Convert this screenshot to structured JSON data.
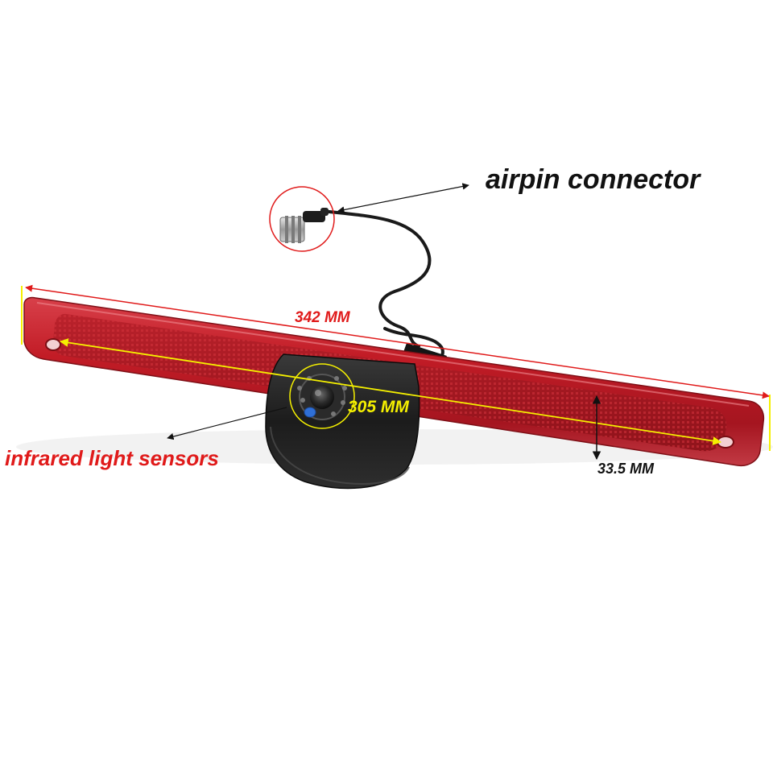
{
  "annotations": {
    "airpin_label": "airpin connector",
    "infrared_label": "infrared light sensors",
    "length_outer": "342 MM",
    "length_inner": "305 MM",
    "height": "33.5 MM"
  },
  "colors": {
    "lamp_red": "#c8202a",
    "lamp_dark_red": "#8e1018",
    "annotation_red": "#e01a1a",
    "annotation_yellow": "#f5f000",
    "housing_black": "#1e1e1e",
    "text_black": "#111111"
  },
  "icons": [
    "camera-lens-icon",
    "ir-led-icon",
    "airpin-plug-icon"
  ]
}
